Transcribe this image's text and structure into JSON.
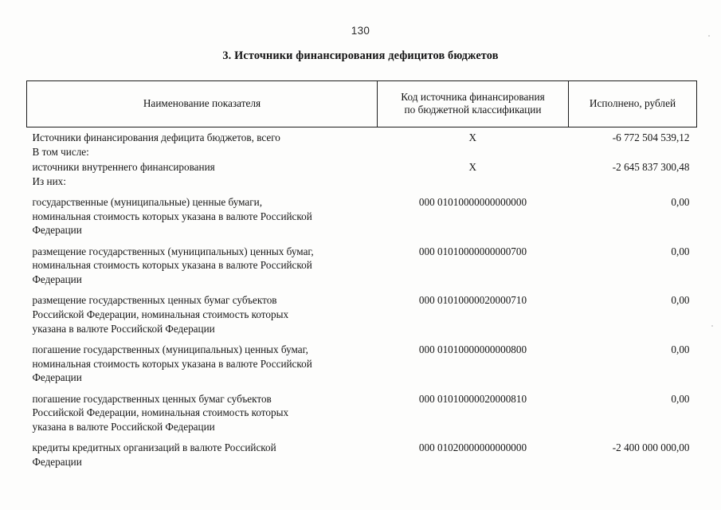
{
  "document": {
    "page_number": "130",
    "heading": "3. Источники финансирования дефицитов бюджетов"
  },
  "table": {
    "headers": {
      "name": "Наименование показателя",
      "code_line1": "Код источника финансирования",
      "code_line2": "по бюджетной классификации",
      "value": "Исполнено, рублей"
    },
    "rows": [
      {
        "name_lines": [
          "Источники финансирования дефицита бюджетов, всего"
        ],
        "code": "X",
        "value": "-6 772 504 539,12"
      },
      {
        "name_lines": [
          "В том числе:"
        ],
        "code": "",
        "value": ""
      },
      {
        "name_lines": [
          "источники внутреннего финансирования"
        ],
        "code": "X",
        "value": "-2 645 837 300,48"
      },
      {
        "name_lines": [
          "Из них:"
        ],
        "code": "",
        "value": ""
      },
      {
        "name_lines": [
          "государственные (муниципальные) ценные бумаги,",
          "номинальная стоимость которых указана в валюте Российской",
          "Федерации"
        ],
        "code": "000 01010000000000000",
        "value": "0,00"
      },
      {
        "name_lines": [
          "размещение государственных (муниципальных) ценных бумаг,",
          "номинальная стоимость которых указана в валюте Российской",
          "Федерации"
        ],
        "code": "000 01010000000000700",
        "value": "0,00"
      },
      {
        "name_lines": [
          "размещение государственных ценных бумаг субъектов",
          "Российской Федерации, номинальная стоимость которых",
          "указана в валюте Российской Федерации"
        ],
        "code": "000 01010000020000710",
        "value": "0,00"
      },
      {
        "name_lines": [
          "погашение государственных (муниципальных) ценных бумаг,",
          "номинальная стоимость которых указана в валюте Российской",
          "Федерации"
        ],
        "code": "000 01010000000000800",
        "value": "0,00"
      },
      {
        "name_lines": [
          "погашение государственных ценных бумаг субъектов",
          "Российской Федерации, номинальная стоимость которых",
          "указана в валюте Российской Федерации"
        ],
        "code": "000 01010000020000810",
        "value": "0,00"
      },
      {
        "name_lines": [
          "кредиты кредитных организаций в валюте Российской",
          "Федерации"
        ],
        "code": "000 01020000000000000",
        "value": "-2 400 000 000,00"
      }
    ]
  }
}
